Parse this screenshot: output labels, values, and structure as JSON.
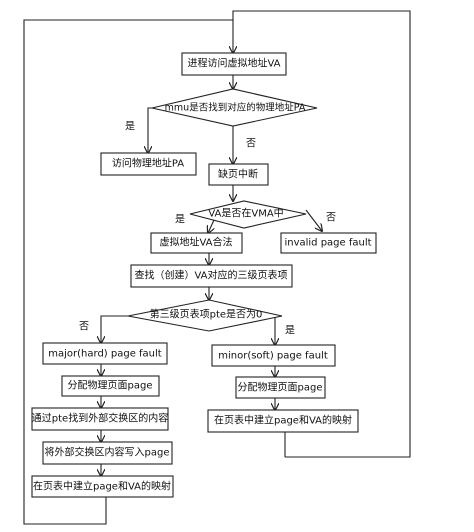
{
  "nodes": {
    "start": "进程访问虚拟地址VA",
    "mmu_decision": "mmu是否找到对应的物理地址PA",
    "access_pa": "访问物理地址PA",
    "page_miss": "缺页中断",
    "vma_decision": "VA是否在VMA中",
    "invalid_fault": "invalid page fault",
    "va_valid": "虚拟地址VA合法",
    "find_pte": "查找（创建）VA对应的三级页表项",
    "pte_decision": "第三级页表项pte是否为0",
    "major_fault": "major(hard) page fault",
    "alloc_major": "分配物理页面page",
    "find_swap": "通过pte找到外部交换区的内容",
    "write_swap": "将外部交换区内容写入page",
    "map_major": "在页表中建立page和VA的映射",
    "minor_fault": "minor(soft) page fault",
    "alloc_minor": "分配物理页面page",
    "map_minor": "在页表中建立page和VA的映射"
  },
  "edge_labels": {
    "mmu_yes": "是",
    "mmu_no": "否",
    "vma_yes": "是",
    "vma_no": "否",
    "pte_no": "否",
    "pte_yes": "是"
  }
}
